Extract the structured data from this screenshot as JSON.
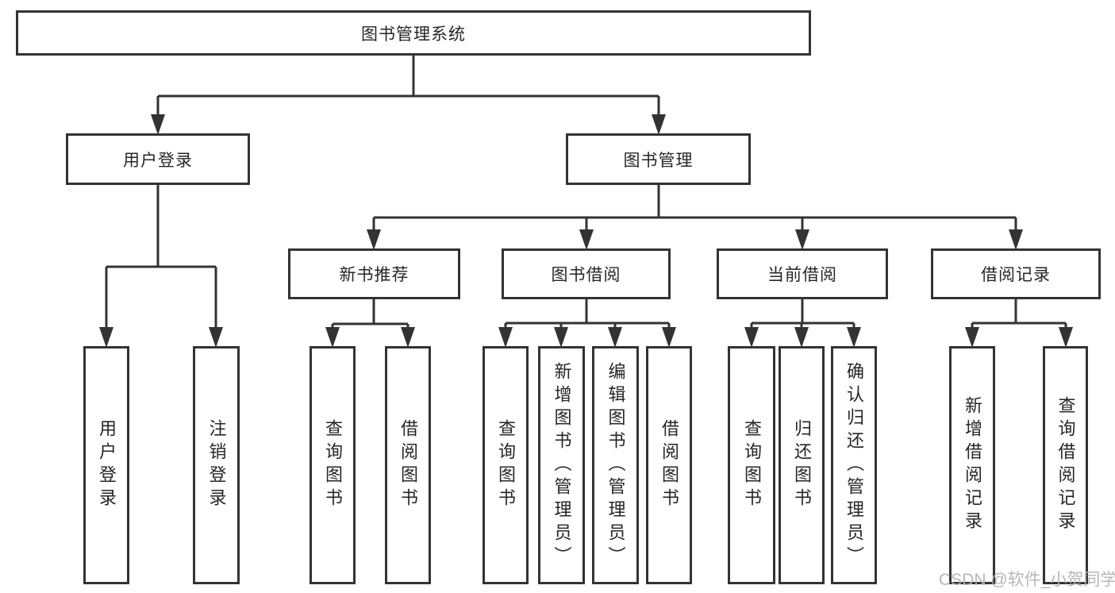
{
  "colors": {
    "line": "#333333",
    "box_border": "#333333",
    "box_fill": "#ffffff",
    "text": "#262626",
    "watermark": "#b3b3b3",
    "background": "#ffffff"
  },
  "watermark": {
    "text": "CSDN @软件_小贺同学"
  },
  "tree": {
    "root": {
      "label": "图书管理系统"
    },
    "user_login": {
      "label": "用户登录",
      "children": [
        {
          "label": "用户登录"
        },
        {
          "label": "注销登录"
        }
      ]
    },
    "book_management": {
      "label": "图书管理",
      "sections": [
        {
          "label": "新书推荐",
          "children": [
            {
              "label": "查询图书"
            },
            {
              "label": "借阅图书"
            }
          ]
        },
        {
          "label": "图书借阅",
          "children": [
            {
              "label": "查询图书"
            },
            {
              "label": "新增图书（管理员）"
            },
            {
              "label": "编辑图书（管理员）"
            },
            {
              "label": "借阅图书"
            }
          ]
        },
        {
          "label": "当前借阅",
          "children": [
            {
              "label": "查询图书"
            },
            {
              "label": "归还图书"
            },
            {
              "label": "确认归还（管理员）"
            }
          ]
        },
        {
          "label": "借阅记录",
          "children": [
            {
              "label": "新增借阅记录"
            },
            {
              "label": "查询借阅记录"
            }
          ]
        }
      ]
    }
  }
}
